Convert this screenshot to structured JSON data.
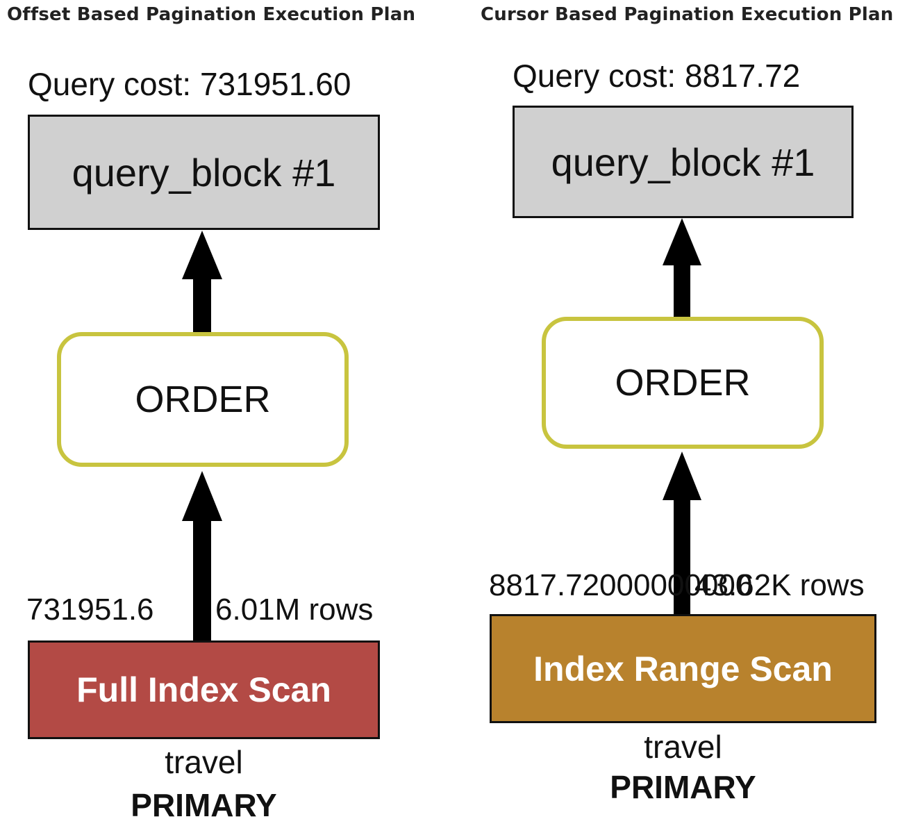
{
  "left": {
    "heading": "Offset Based Pagination Execution Plan",
    "query_cost": "Query cost: 731951.60",
    "query_block": "query_block #1",
    "order": "ORDER",
    "edge_cost": "731951.6",
    "edge_rows": "6.01M rows",
    "scan": "Full Index Scan",
    "scan_color": "#b34a45",
    "table": "travel",
    "index": "PRIMARY"
  },
  "right": {
    "heading": "Cursor Based Pagination Execution Plan",
    "query_cost": "Query cost: 8817.72",
    "query_block": "query_block #1",
    "order": "ORDER",
    "edge_cost": "8817.72000000000",
    "edge_rows": "43.62K rows",
    "scan": "Index Range Scan",
    "scan_color": "#b8822d",
    "table": "travel",
    "index": "PRIMARY"
  },
  "colors": {
    "query_block_fill": "#d0d0d0",
    "order_border": "#c8c43f"
  }
}
